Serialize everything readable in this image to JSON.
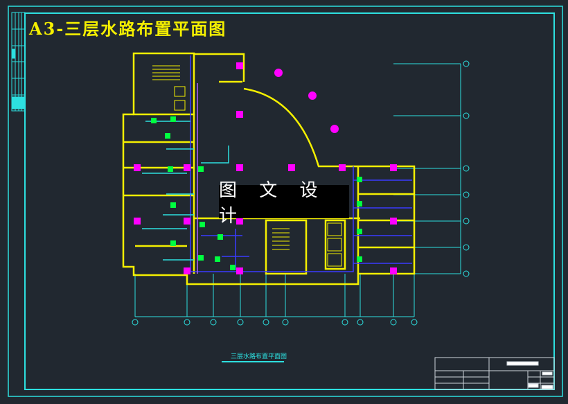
{
  "drawing": {
    "title": "A3-三层水路布置平面图",
    "caption": "三层水路布置平面图",
    "watermark": "图 文 设 计",
    "colors": {
      "background": "#212830",
      "frame": "#2de0e0",
      "walls": "#f5f000",
      "fixtures": "#ff00ff",
      "pipes_blue": "#3a3aff",
      "pipes_cyan": "#2de0e0",
      "fixtures_green": "#00ff40"
    }
  }
}
